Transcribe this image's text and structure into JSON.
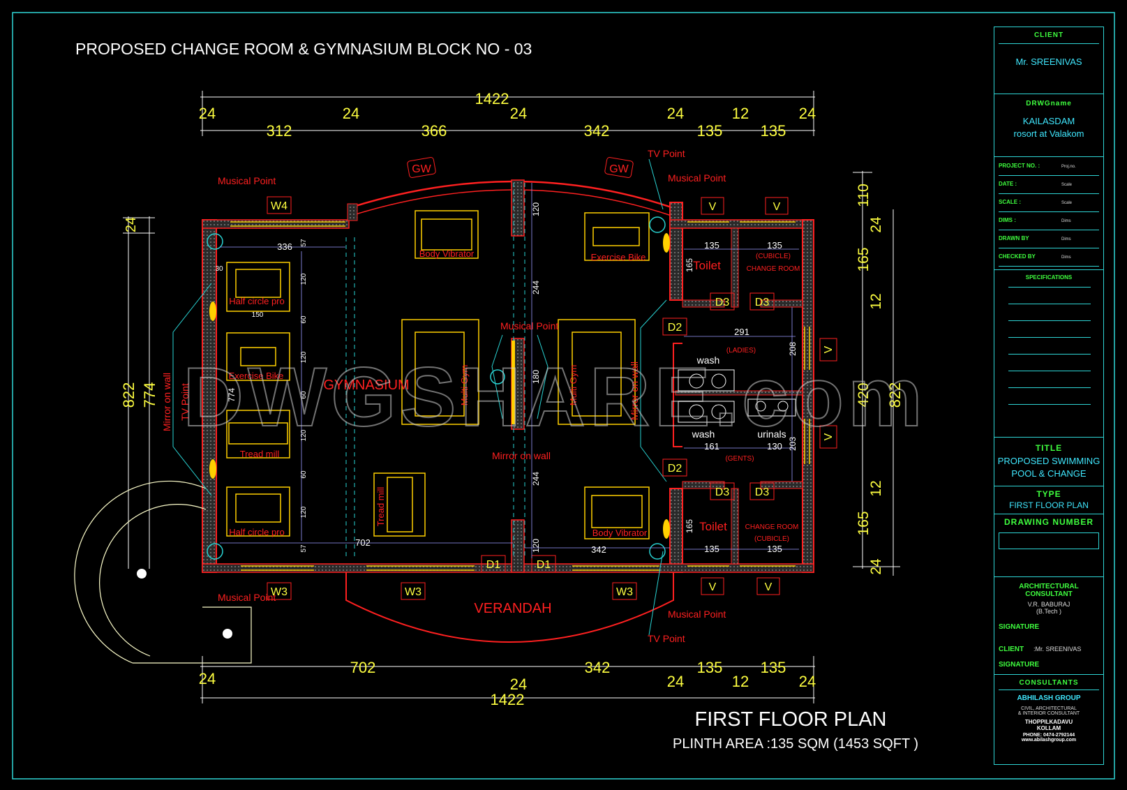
{
  "drawing": {
    "title": "PROPOSED CHANGE ROOM & GYMNASIUM BLOCK NO - 03",
    "plan_title": "FIRST FLOOR PLAN",
    "plinth_area": "PLINTH AREA :135 SQM (1453 SQFT )",
    "watermark": "DWGSHARE.com"
  },
  "dimensions": {
    "top_total": "1422",
    "top_segments": [
      "24",
      "312",
      "24",
      "366",
      "24",
      "342",
      "24",
      "135",
      "12",
      "135",
      "24"
    ],
    "bottom_total": "1422",
    "bottom_segments": [
      "24",
      "702",
      "24",
      "342",
      "24",
      "135",
      "12",
      "135",
      "24"
    ],
    "left": [
      "24",
      "822",
      "774"
    ],
    "right_inner": [
      "110",
      "24",
      "165",
      "12",
      "420",
      "12",
      "165",
      "24"
    ],
    "right_total": "822",
    "interior": {
      "w336": "336",
      "d57a": "57",
      "d30": "30",
      "d120a": "120",
      "d150": "150",
      "d60a": "60",
      "d120b": "120",
      "d774": "774",
      "d60b": "60",
      "d120c": "120",
      "d60c": "60",
      "d120d": "120",
      "d57b": "57",
      "d702": "702",
      "d120top": "120",
      "d244a": "244",
      "d180": "180",
      "d244b": "244",
      "d120bot": "120",
      "d342": "342",
      "d135a": "135",
      "d135b": "135",
      "d165a": "165",
      "d291": "291",
      "d208": "208",
      "d161": "161",
      "d130": "130",
      "d203": "203",
      "d165b": "165",
      "d135c": "135",
      "d135d": "135"
    }
  },
  "labels": {
    "gymnasium": "GYMNASIUM",
    "verandah": "VERANDAH",
    "toilet_top": "Toilet",
    "toilet_bottom": "Toilet",
    "cubicle_top": "(CUBICLE)",
    "change_room_top": "CHANGE ROOM",
    "change_room_bottom": "CHANGE ROOM",
    "cubicle_bottom": "(CUBICLE)",
    "ladies": "(LADIES)",
    "gents": "(GENTS)",
    "wash_top": "wash",
    "wash_bottom": "wash",
    "urinals": "urinals",
    "mirror_left": "Mirror on wall",
    "tv_left": "TV Point",
    "mirror_mid": "Mirror on wall",
    "mirror_right": "Mirror on wall",
    "musical_tl": "Musical Point",
    "musical_tr": "Musical Point",
    "musical_mid": "Musical Point",
    "musical_bl": "Musical Point",
    "musical_br": "Musical Point",
    "tv_top": "TV Point",
    "tv_bottom": "TV Point"
  },
  "equipment": {
    "body_vibrator_top": "Body Vibrator",
    "exercise_bike_top": "Exercise Bike",
    "half_circle_top": "Half circle pro",
    "exercise_bike_left": "Exercise Bike",
    "tread_mill_left": "Tread mill",
    "half_circle_bottom": "Half circle pro",
    "tread_mill_mid": "Tread mill",
    "multi_gym_left": "Multi Gym",
    "multi_gym_right": "Multi Gym",
    "body_vibrator_bottom": "Body Vibrator"
  },
  "tags": {
    "gw1": "GW",
    "gw2": "GW",
    "w4": "W4",
    "w3a": "W3",
    "w3b": "W3",
    "w3c": "W3",
    "d1a": "D1",
    "d1b": "D1",
    "d2a": "D2",
    "d2b": "D2",
    "d3a": "D3",
    "d3b": "D3",
    "d3c": "D3",
    "d3d": "D3",
    "v1": "V",
    "v2": "V",
    "v3": "V",
    "v4": "V",
    "v5": "V",
    "v6": "V"
  },
  "title_block": {
    "client_head": "CLIENT",
    "client_name": "Mr. SREENIVAS",
    "drwg_head": "DRWGname",
    "drwg_name_1": "KAILASDAM",
    "drwg_name_2": "rosort at Valakom",
    "rows": [
      {
        "k": "PROJECT NO.   :",
        "v": "Proj.no."
      },
      {
        "k": "DATE     :",
        "v": "Scale"
      },
      {
        "k": "SCALE   :",
        "v": "Scale"
      },
      {
        "k": "DIMS      :",
        "v": "Dims"
      },
      {
        "k": "DRAWN BY",
        "v": "Dims"
      },
      {
        "k": "CHECKED BY",
        "v": "Dims"
      }
    ],
    "specifications": "SPECIFICATIONS",
    "title_head": "TITLE",
    "title_1": "PROPOSED SWIMMING",
    "title_2": "POOL & CHANGE",
    "type_head": "TYPE",
    "type_val": "FIRST FLOOR PLAN",
    "drawing_number": "DRAWING  NUMBER",
    "arch_head_1": "ARCHITECTURAL",
    "arch_head_2": "CONSULTANT",
    "arch_name": "V.R. BABURAJ",
    "arch_deg": "(B.Tech )",
    "signature_1": "SIGNATURE",
    "client_label": "CLIENT",
    "client_sig_name": ":Mr. SREENIVAS",
    "signature_2": "SIGNATURE",
    "consultants": "CONSULTANTS",
    "group": "ABHILASH GROUP",
    "civil_1": "CIVIL, ARCHITECTURAL",
    "civil_2": "& INTERIOR CONSULTANT",
    "addr_1": "THOPPILKADAVU",
    "addr_2": "KOLLAM",
    "phone": "PHONE:  0474-2792144",
    "web": "www.abilashgroup.com"
  },
  "colors": {
    "wall": "#ff2020",
    "dimension": "#ffffff",
    "dim_text": "#ffff40",
    "equipment": "#ffd000",
    "cyan": "#29d3d3",
    "title_green": "#3fff3f",
    "hatch": "#808080"
  }
}
